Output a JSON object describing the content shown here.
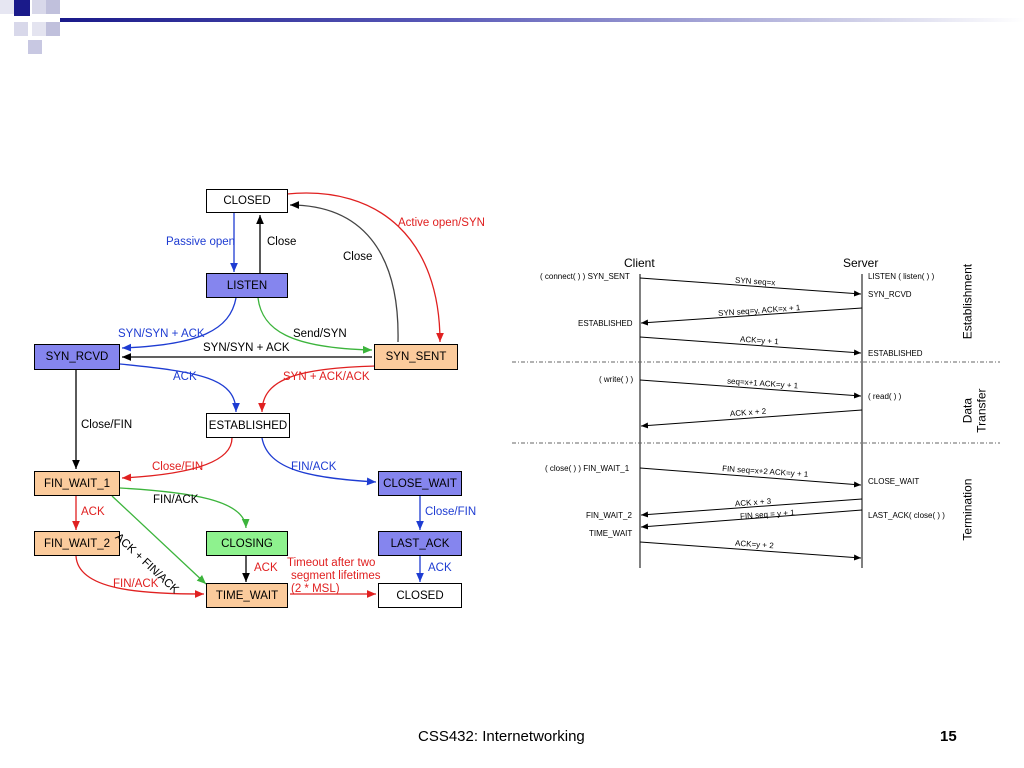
{
  "footer": {
    "course": "CSS432: Internetworking",
    "page_number": "15"
  },
  "state_diagram": {
    "states": {
      "closed_top": "CLOSED",
      "listen": "LISTEN",
      "syn_rcvd": "SYN_RCVD",
      "syn_sent": "SYN_SENT",
      "established": "ESTABLISHED",
      "fin_wait_1": "FIN_WAIT_1",
      "close_wait": "CLOSE_WAIT",
      "fin_wait_2": "FIN_WAIT_2",
      "closing": "CLOSING",
      "last_ack": "LAST_ACK",
      "time_wait": "TIME_WAIT",
      "closed_bottom": "CLOSED"
    },
    "transitions": {
      "passive_open": "Passive open",
      "close_listen": "Close",
      "active_open": "Active open/SYN",
      "close_syn_sent": "Close",
      "syn_synack_1": "SYN/SYN + ACK",
      "send_syn": "Send/SYN",
      "syn_synack_2": "SYN/SYN + ACK",
      "ack": "ACK",
      "synack_ack": "SYN + ACK/ACK",
      "close_fin": "Close/FIN",
      "close_fin_est": "Close/FIN",
      "fin_ack_est": "FIN/ACK",
      "fin_ack_fw1": "FIN/ACK",
      "ack_fw1": "ACK",
      "ack_fin_ack": "ACK + FIN/ACK",
      "close_fin_cw": "Close/FIN",
      "fin_ack_fw2": "FIN/ACK",
      "ack_closing": "ACK",
      "ack_last": "ACK",
      "timeout_line1": "Timeout after two",
      "timeout_line2": "segment lifetimes",
      "timeout_line3": "(2 * MSL)"
    }
  },
  "sequence_diagram": {
    "client_label": "Client",
    "server_label": "Server",
    "phases": [
      "Establishment",
      "Data",
      "Transfer",
      "Termination"
    ],
    "client_notes": {
      "connect": "( connect( ) ) SYN_SENT",
      "established": "ESTABLISHED",
      "write": "( write( ) )",
      "close": "( close( ) ) FIN_WAIT_1",
      "fin_wait_2": "FIN_WAIT_2",
      "time_wait": "TIME_WAIT"
    },
    "server_notes": {
      "listen": "LISTEN ( listen( ) )",
      "syn_rcvd": "SYN_RCVD",
      "established": "ESTABLISHED",
      "read": "( read( ) )",
      "close_wait": "CLOSE_WAIT",
      "last_ack": "LAST_ACK( close( ) )"
    },
    "messages": {
      "m1": "SYN seq=x",
      "m2": "SYN seq=y, ACK=x + 1",
      "m3": "ACK=y + 1",
      "m4": "seq=x+1 ACK=y + 1",
      "m5": "ACK x + 2",
      "m6": "FIN seq=x+2 ACK=y + 1",
      "m7": "ACK x + 3",
      "m8": "FIN seq = y + 1",
      "m9": "ACK=y + 2"
    }
  },
  "colors": {
    "blue_state": "#8585ee",
    "orange_state": "#fbcb9c",
    "green_state": "#8ef28e",
    "blue_arrow": "#1e3cd2",
    "red_arrow": "#e02020",
    "green_arrow": "#3cb43c"
  }
}
